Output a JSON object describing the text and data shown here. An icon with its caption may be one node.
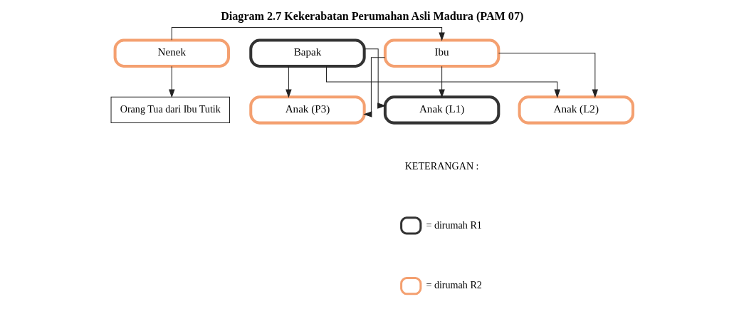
{
  "diagram": {
    "title": "Diagram 2.7 Kekerabatan Perumahan Asli Madura (PAM 07)",
    "nodes": [
      {
        "text": [
          "Bapak"
        ]
      },
      {
        "text": [
          "Ibu"
        ]
      },
      {
        "text": [
          "Nenek"
        ]
      },
      {
        "text": [
          "Anak (L1)"
        ]
      },
      {
        "text": [
          "Anak (L2)"
        ]
      },
      {
        "text": [
          "Anak (P3)"
        ]
      },
      {
        "text": [
          "Orang Tua dari Ibu Tutik"
        ]
      }
    ],
    "edges": [
      {
        "from": 2,
        "to": 1,
        "arrow": "to"
      },
      {
        "from": 0,
        "to": 3,
        "arrow": "to"
      },
      {
        "from": 0,
        "to": 4,
        "arrow": "to"
      },
      {
        "from": 0,
        "to": 5,
        "arrow": "to"
      },
      {
        "from": 1,
        "to": 3,
        "arrow": "to"
      },
      {
        "from": 1,
        "to": 4,
        "arrow": "to"
      },
      {
        "from": 1,
        "to": 5,
        "arrow": "to"
      },
      {
        "from": 2,
        "to": 6,
        "arrow": "to"
      }
    ],
    "labels": [
      "KETERANGAN :"
    ],
    "legend": [
      {
        "text": "= dirumah R1"
      },
      {
        "text": "= dirumah R2"
      }
    ]
  }
}
